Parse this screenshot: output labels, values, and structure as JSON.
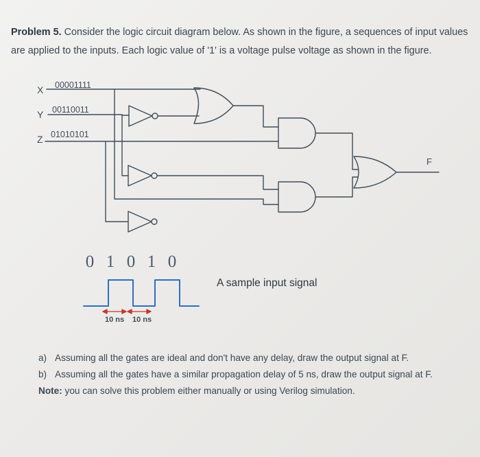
{
  "problem": {
    "lead": "Problem 5.",
    "text": "Consider the logic circuit diagram below. As shown in the figure, a sequences of input values are applied to the inputs. Each logic value of '1' is a voltage pulse voltage as shown in the figure."
  },
  "circuit": {
    "inputs": [
      {
        "name": "X",
        "sequence": "00001111"
      },
      {
        "name": "Y",
        "sequence": "00110011"
      },
      {
        "name": "Z",
        "sequence": "01010101"
      }
    ],
    "output": "F"
  },
  "sample": {
    "bits": [
      "0",
      "1",
      "0",
      "1",
      "0"
    ],
    "label": "A sample input signal",
    "durations": [
      "10 ns",
      "10 ns"
    ]
  },
  "questions": [
    {
      "label": "a)",
      "text": "Assuming all the gates are ideal and don't have any delay, draw the output signal at F."
    },
    {
      "label": "b)",
      "text": "Assuming all the gates have a similar propagation delay of 5 ns, draw the output signal at F."
    }
  ],
  "note": {
    "lead": "Note:",
    "text": "you can solve this problem either manually or using Verilog simulation."
  }
}
